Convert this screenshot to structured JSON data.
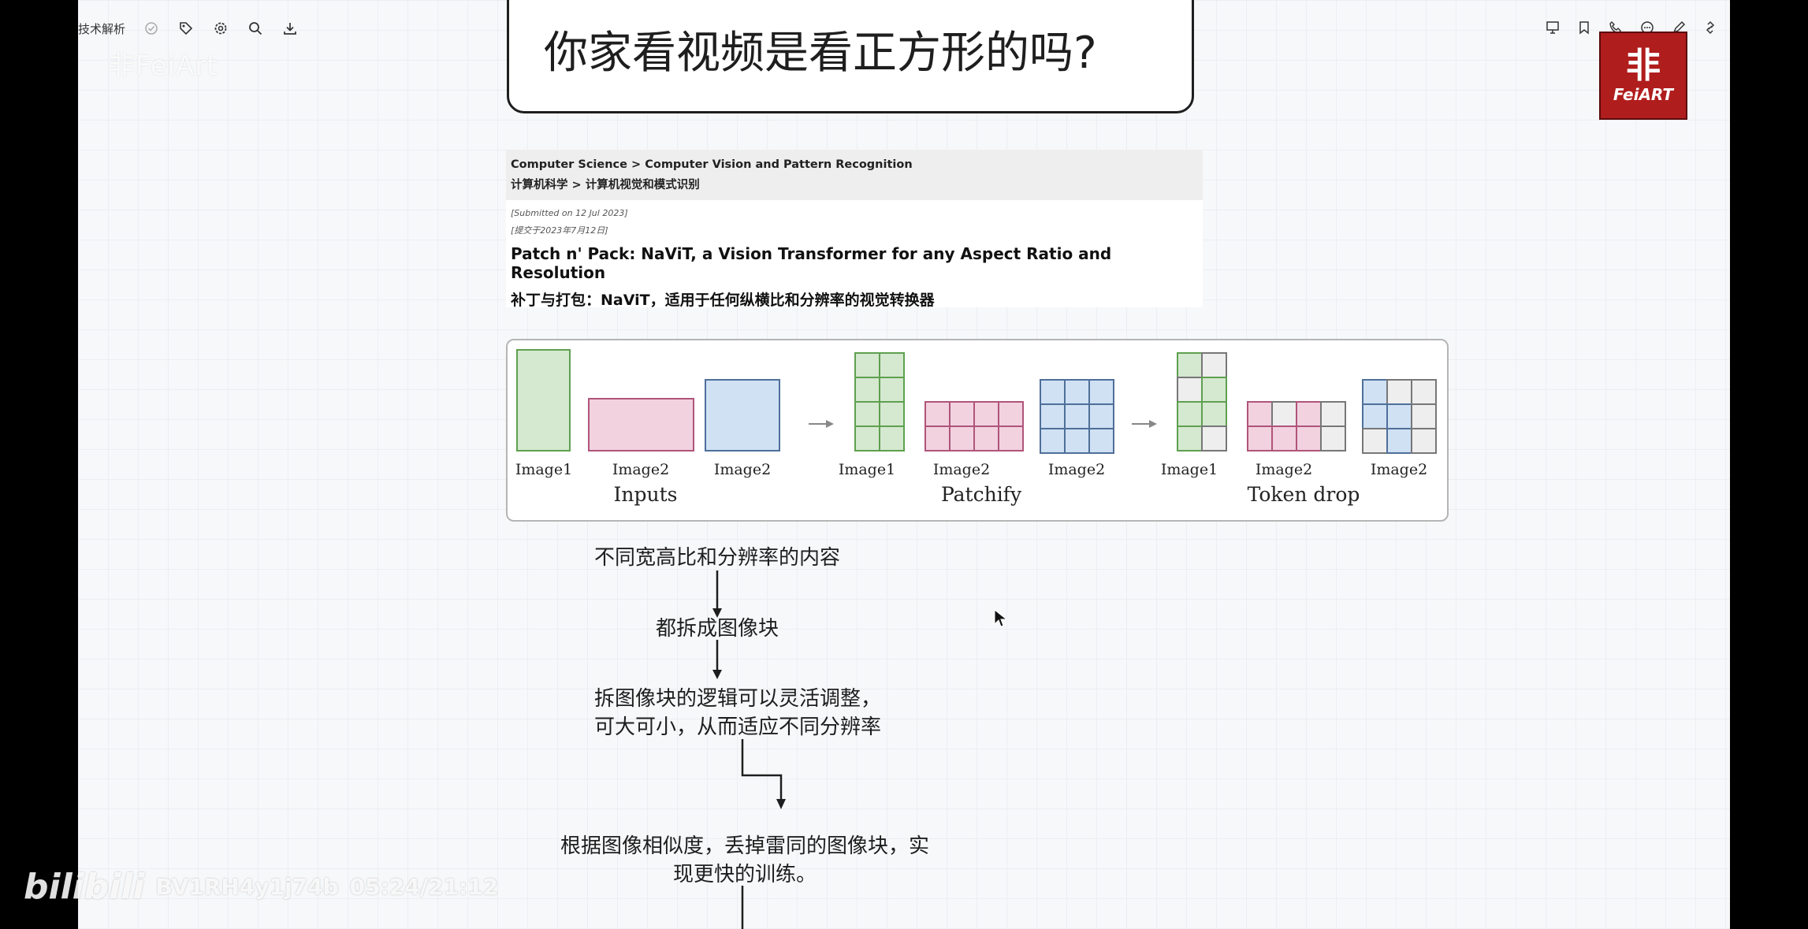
{
  "toolbar": {
    "title": "技术解析",
    "icons": [
      "check-circle-icon",
      "tag-icon",
      "settings-icon",
      "search-icon",
      "download-icon"
    ]
  },
  "watermark_top": "非FeiArt",
  "right_toolbar_icons": [
    "present-icon",
    "bookmark-icon",
    "phone-icon",
    "comment-icon",
    "pen-icon",
    "share-icon"
  ],
  "logo": {
    "char": "非",
    "text": "FeiART"
  },
  "question": "你家看视频是看正方形的吗?",
  "paper": {
    "breadcrumb_en": "Computer Science > Computer Vision and Pattern Recognition",
    "breadcrumb_zh": "计算机科学 > 计算机视觉和模式识别",
    "submitted_en": "[Submitted on 12 Jul 2023]",
    "submitted_zh": "[提交于2023年7月12日]",
    "title_en": "Patch n' Pack: NaViT, a Vision Transformer for any Aspect Ratio and Resolution",
    "title_zh": "补丁与打包：NaViT，适用于任何纵横比和分辨率的视觉转换器"
  },
  "figure": {
    "groups": [
      "Inputs",
      "Patchify",
      "Token drop"
    ],
    "image_labels": [
      "Image1",
      "Image2",
      "Image2",
      "Image1",
      "Image2",
      "Image2",
      "Image1",
      "Image2",
      "Image2"
    ],
    "colors": {
      "green_fill": "#d5e8d0",
      "green_stroke": "#5ea04f",
      "pink_fill": "#f1d2de",
      "pink_stroke": "#b0547a",
      "blue_fill": "#cfe1f3",
      "blue_stroke": "#4f6f9a",
      "drop_fill": "#eeeeee",
      "drop_stroke": "#777777"
    }
  },
  "flow": {
    "step1": "不同宽高比和分辨率的内容",
    "step2": "都拆成图像块",
    "step3_line1": "拆图像块的逻辑可以灵活调整，",
    "step3_line2": "可大可小，从而适应不同分辨率",
    "step4_line1": "根据图像相似度，丢掉雷同的图像块，实",
    "step4_line2": "现更快的训练。"
  },
  "bili": {
    "logo": "bilibili",
    "video_id": "BV1RH4y1j74b",
    "time": "05:24/21:12"
  }
}
